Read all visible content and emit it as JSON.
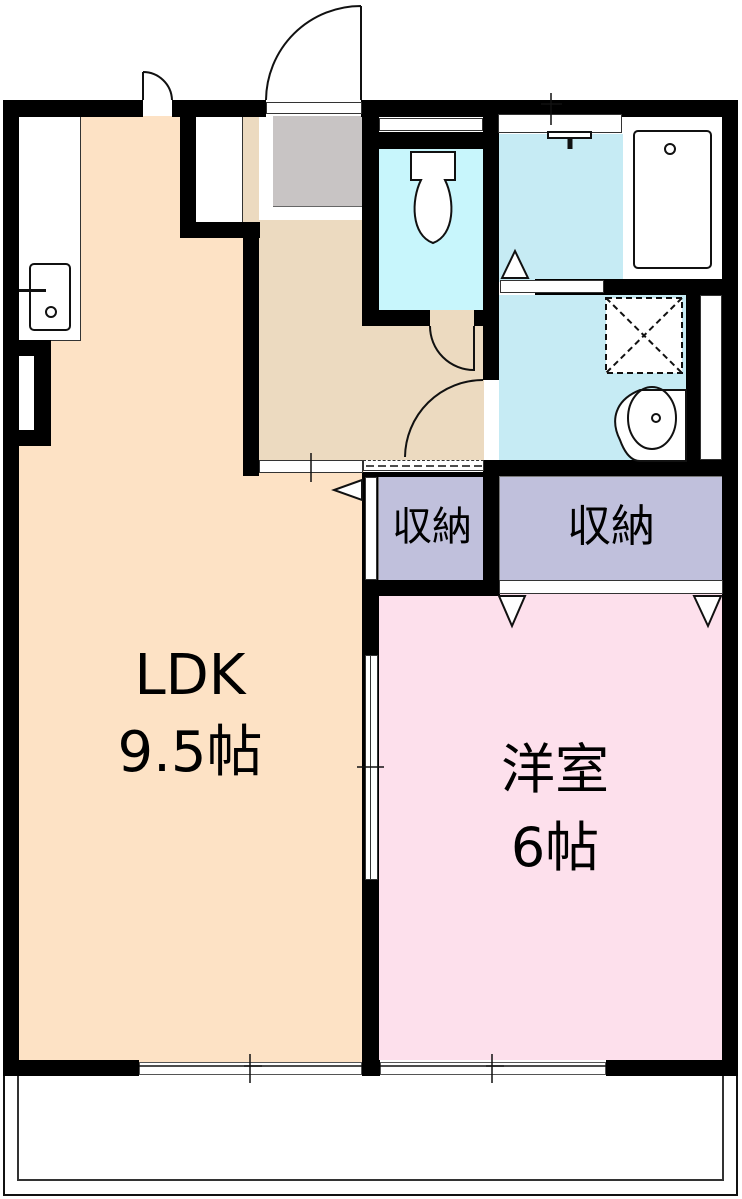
{
  "floor_plan": {
    "rooms": [
      {
        "id": "ldk",
        "name": "LDK",
        "size": "9.5帖",
        "color": "#fde2c5"
      },
      {
        "id": "western_room",
        "name": "洋室",
        "size": "6帖",
        "color": "#fde0ec"
      },
      {
        "id": "storage_small",
        "name": "収納",
        "color": "#c0c0dc"
      },
      {
        "id": "storage_large",
        "name": "収納",
        "color": "#c0c0dc"
      },
      {
        "id": "entrance_hall",
        "color": "#ecdac0"
      },
      {
        "id": "toilet",
        "color": "#c8f6fc"
      },
      {
        "id": "bathroom",
        "color": "#c6ebf4"
      },
      {
        "id": "washroom",
        "color": "#c6ebf4"
      },
      {
        "id": "entrance_floor",
        "color": "#c8c4c4"
      },
      {
        "id": "balcony",
        "color": "#ffffff"
      }
    ],
    "labels": {
      "ldk_name": "LDK",
      "ldk_size": "9.5帖",
      "western_name": "洋室",
      "western_size": "6帖",
      "storage_small": "収納",
      "storage_large": "収納"
    },
    "colors": {
      "wall": "#000000",
      "ldk": "#fde2c5",
      "western": "#fde0ec",
      "storage": "#c0c0dc",
      "hall": "#ecdac0",
      "toilet": "#c8f6fc",
      "bath": "#c6ebf4",
      "genkan": "#c8c4c4"
    }
  }
}
